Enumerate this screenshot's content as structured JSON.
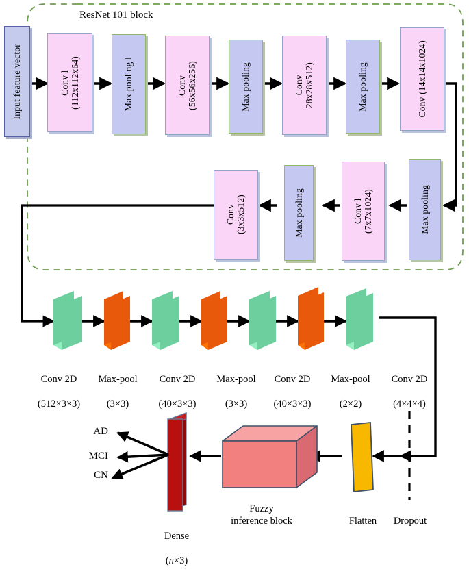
{
  "figure": {
    "title": "ResNet 101 block",
    "colors": {
      "conv_fill": "#fbd5f7",
      "conv_border": "#93a3c9",
      "pool_fill": "#c5c8f0",
      "pool_border": "#8cba6a",
      "input_fill": "#c5cbec",
      "input_border": "#5560a8",
      "dashed_boundary": "#6d9e4e",
      "conv2d_slab": "#6ecf9e",
      "conv2d_slab_side": "#93eec0",
      "maxpool_slab": "#e8590c",
      "maxpool_slab_side": "#f97306",
      "dense_front": "#b80f0f",
      "dense_side": "#8d0a0a",
      "fuzzy_front": "#f1807f",
      "fuzzy_top": "#f7a3a3",
      "fuzzy_side": "#d96a72",
      "flatten_fill": "#f9b800",
      "arrow": "#000000"
    }
  },
  "resnet_block": {
    "label": "ResNet 101 block",
    "row1": [
      {
        "name": "conv1",
        "type": "conv",
        "text": "Conv l\n(112x112x64)"
      },
      {
        "name": "maxpool1",
        "type": "pool",
        "text": "Max pooling l"
      },
      {
        "name": "conv2",
        "type": "conv",
        "text": "Conv\n(56x56x256)"
      },
      {
        "name": "maxpool2",
        "type": "pool",
        "text": "Max pooling"
      },
      {
        "name": "conv3",
        "type": "conv",
        "text": "Conv\n28x28x512)"
      },
      {
        "name": "maxpool3",
        "type": "pool",
        "text": "Max pooling"
      },
      {
        "name": "conv4",
        "type": "conv",
        "text": "Conv  (14x14x1024)"
      }
    ],
    "row2": [
      {
        "name": "conv6",
        "type": "conv",
        "text": "Conv\n(3x3x512)"
      },
      {
        "name": "maxpool5",
        "type": "pool",
        "text": "Max pooling"
      },
      {
        "name": "conv5",
        "type": "conv",
        "text": "Conv l\n(7x7x1024)"
      },
      {
        "name": "maxpool4",
        "type": "pool",
        "text": "Max pooling"
      }
    ]
  },
  "input": {
    "label": "Input feature vector"
  },
  "cnn_row": [
    {
      "name": "conv2d-1",
      "kind": "conv2d",
      "title": "Conv 2D",
      "shape": "(512×3×3)"
    },
    {
      "name": "maxpool-1",
      "kind": "maxpool",
      "title": "Max-pool",
      "shape": "(3×3)"
    },
    {
      "name": "conv2d-2",
      "kind": "conv2d",
      "title": "Conv 2D",
      "shape": "(40×3×3)"
    },
    {
      "name": "maxpool-2",
      "kind": "maxpool",
      "title": "Max-pool",
      "shape": "(3×3)"
    },
    {
      "name": "conv2d-3",
      "kind": "conv2d",
      "title": "Conv 2D",
      "shape": "(40×3×3)"
    },
    {
      "name": "maxpool-3",
      "kind": "maxpool",
      "title": "Max-pool",
      "shape": "(2×2)"
    },
    {
      "name": "conv2d-4",
      "kind": "conv2d",
      "title": "Conv 2D",
      "shape": "(4×4×4)"
    }
  ],
  "tail": {
    "dropout_label": "Dropout",
    "flatten_label": "Flatten",
    "fuzzy_label": "Fuzzy\ninference block",
    "dense_label_line1": "Dense",
    "dense_label_n": "n",
    "dense_label_rest": "×3)",
    "dense_label_open": "("
  },
  "outputs": [
    {
      "name": "AD",
      "label": "AD"
    },
    {
      "name": "MCI",
      "label": "MCI"
    },
    {
      "name": "CN",
      "label": "CN"
    }
  ]
}
